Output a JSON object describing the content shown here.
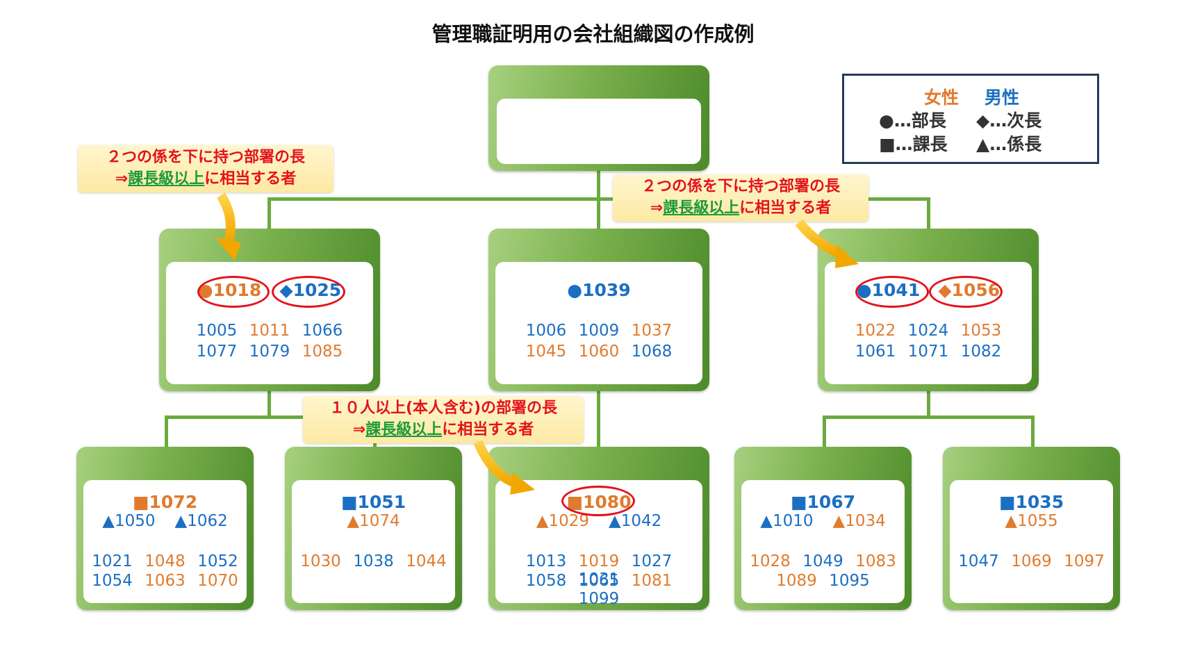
{
  "title": "管理職証明用の会社組織図の作成例",
  "legend": {
    "female": "女性",
    "male": "男性",
    "item1": "●…部長",
    "item2": "◆…次長",
    "item3": "■…課長",
    "item4": "▲…係長"
  },
  "notes": {
    "note_two_section": {
      "line1": "２つの係を下に持つ部署の長",
      "line2_prefix": "⇒",
      "line2_underlined": "課長級以上",
      "line2_suffix": "に相当する者"
    },
    "note_ten_people": {
      "line1": "１０人以上(本人含む)の部署の長",
      "line2_prefix": "⇒",
      "line2_underlined": "課長級以上",
      "line2_suffix": "に相当する者"
    }
  },
  "colors": {
    "female": "#e07b2e",
    "male": "#1b6fc2",
    "highlight": "#e3121b",
    "box_green": "#6aaa3e"
  },
  "departments": {
    "left": {
      "head1": "●1018",
      "head2": "◆1025",
      "row1": [
        "1005",
        "1011",
        "1066"
      ],
      "row2": [
        "1077",
        "1079",
        "1085"
      ]
    },
    "center": {
      "head1": "●1039",
      "row1": [
        "1006",
        "1009",
        "1037"
      ],
      "row2": [
        "1045",
        "1060",
        "1068"
      ]
    },
    "right": {
      "head1": "●1041",
      "head2": "◆1056",
      "row1": [
        "1022",
        "1024",
        "1053"
      ],
      "row2": [
        "1061",
        "1071",
        "1082"
      ]
    }
  },
  "sections": {
    "s1": {
      "head": "■1072",
      "subs": [
        "▲1050",
        "▲1062"
      ],
      "row1": [
        "1021",
        "1048",
        "1052"
      ],
      "row2": [
        "1054",
        "1063",
        "1070"
      ]
    },
    "s2": {
      "head": "■1051",
      "subs": [
        "▲1074"
      ],
      "row1": [
        "1030",
        "1038",
        "1044"
      ]
    },
    "s3": {
      "head": "■1080",
      "subs": [
        "▲1029",
        "▲1042"
      ],
      "row1": [
        "1013",
        "1019",
        "1027",
        "1031"
      ],
      "row2": [
        "1058",
        "1065",
        "1081",
        "1099"
      ]
    },
    "s4": {
      "head": "■1067",
      "subs": [
        "▲1010",
        "▲1034"
      ],
      "row1": [
        "1028",
        "1049",
        "1083"
      ],
      "row2": [
        "1089",
        "1095"
      ]
    },
    "s5": {
      "head": "■1035",
      "subs": [
        "▲1055"
      ],
      "row1": [
        "1047",
        "1069",
        "1097"
      ]
    }
  }
}
